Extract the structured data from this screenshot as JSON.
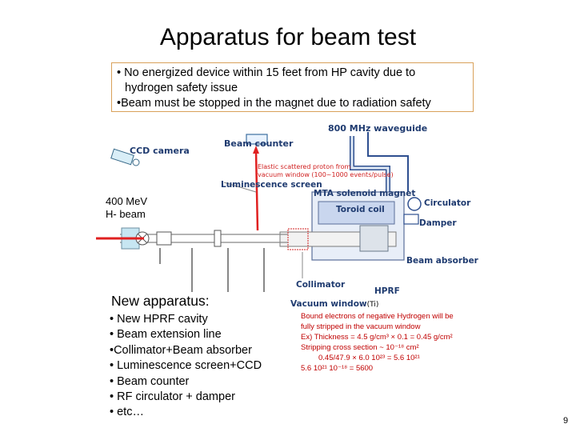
{
  "title": "Apparatus for beam test",
  "notice": {
    "line1": "• No energized device within 15 feet from HP cavity due to",
    "line2": "hydrogen safety issue",
    "line3": "•Beam must be stopped in the magnet due to radiation safety"
  },
  "diagram": {
    "waveguide": "800 MHz waveguide",
    "beam_counter": "Beam counter",
    "ccd_camera": "CCD camera",
    "elastic_line1": "Elastic scattered proton from",
    "elastic_line2": "vacuum window (100~1000 events/pulse)",
    "luminescence": "Luminescence screen",
    "mta_magnet": "MTA solenoid magnet",
    "toroid": "Toroid coil",
    "circulator": "Circulator",
    "damper": "Damper",
    "beam_absorber": "Beam absorber",
    "collimator": "Collimator",
    "hprf": "HPRF",
    "vacuum_window": "Vacuum window",
    "vacuum_window_ti": "(Ti)"
  },
  "beam": {
    "energy": "400 MeV",
    "species": "H- beam"
  },
  "new_apparatus": {
    "heading": "New apparatus:",
    "items": [
      "• New HPRF cavity",
      "• Beam extension line",
      "•Collimator+Beam absorber",
      "• Luminescence screen+CCD",
      "• Beam counter",
      "• RF circulator + damper",
      "• etc…"
    ]
  },
  "stripping_note": {
    "line1": "Bound electrons of negative Hydrogen will be",
    "line2": "fully stripped in the vacuum window",
    "line3": "Ex) Thickness = 4.5 g/cm³ × 0.1 = 0.45 g/cm²",
    "line4": "Stripping cross section ~ 10⁻¹⁸ cm²",
    "line5": "0.45/47.9 × 6.0 10²³ = 5.6 10²¹",
    "line6": "5.6 10²¹ 10⁻¹⁸ = 5600"
  },
  "page_number": "9"
}
